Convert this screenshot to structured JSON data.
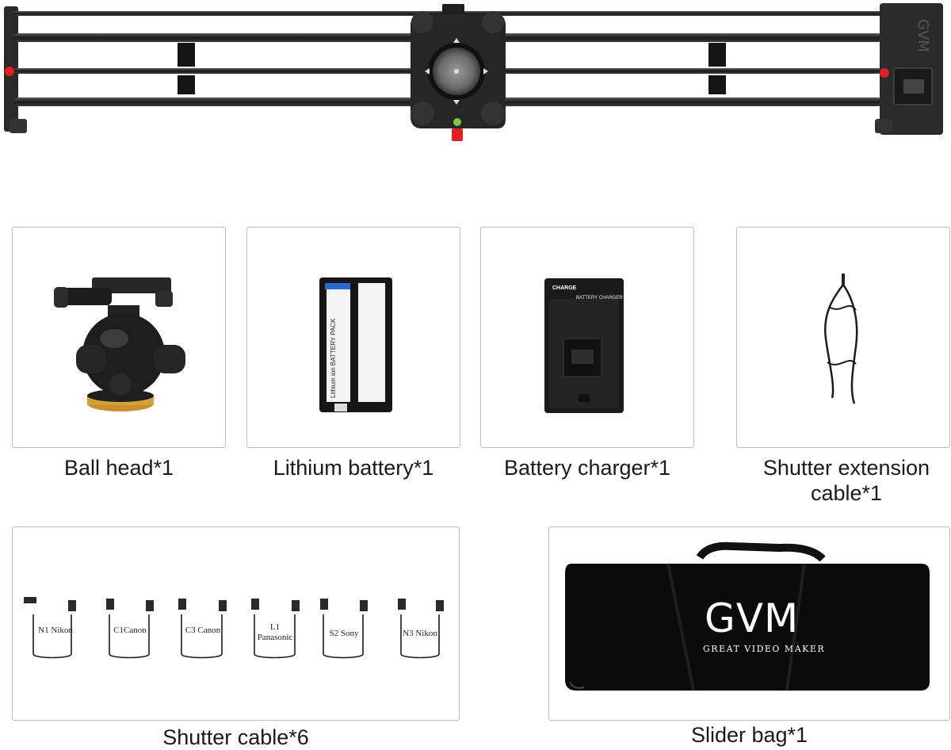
{
  "slider": {
    "brand_vertical": "GVM"
  },
  "items": {
    "ball_head": {
      "caption": "Ball head*1"
    },
    "lithium_battery": {
      "caption": "Lithium battery*1",
      "label_text": "Lithium ion BATTERY PACK"
    },
    "battery_charger": {
      "caption": "Battery charger*1",
      "charge_text": "CHARGE",
      "title_text": "BATTERY CHARGER"
    },
    "shutter_extension": {
      "caption": "Shutter extension\ncable*1"
    },
    "shutter_cable": {
      "caption": "Shutter cable*6",
      "cables": [
        {
          "label": "N1 Nikon"
        },
        {
          "label": "C1Canon"
        },
        {
          "label": "C3 Canon"
        },
        {
          "label": "L1\nPanasonic"
        },
        {
          "label": "S2 Sony"
        },
        {
          "label": "N3 Nikon"
        }
      ]
    },
    "slider_bag": {
      "caption": "Slider bag*1",
      "brand": "GVM",
      "tagline": "GREAT VIDEO MAKER"
    }
  },
  "colors": {
    "card_border": "#bdbdbd",
    "accent_red": "#e02020",
    "dark": "#1c1c1c"
  }
}
